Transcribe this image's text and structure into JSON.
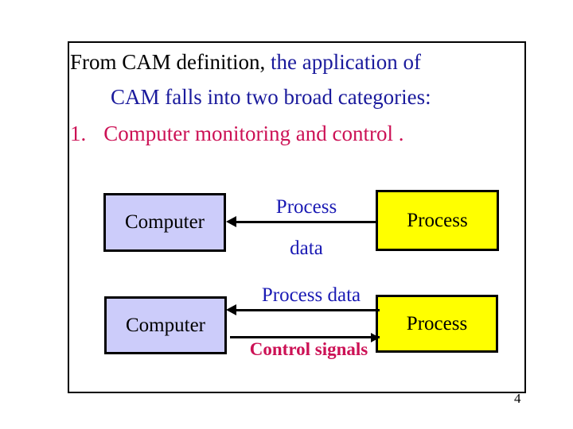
{
  "slide": {
    "page_number": "4",
    "body": {
      "line1_black": "From CAM definition,",
      "line1_blue": " the application of",
      "line2_blue": "CAM falls into two broad categories:",
      "list": [
        {
          "marker": "1.",
          "text": "Computer monitoring and control ."
        }
      ]
    },
    "diagram": {
      "rows": [
        {
          "left_box": "Computer",
          "right_box": "Process",
          "label_top": "Process",
          "label_bottom": "data"
        },
        {
          "left_box": "Computer",
          "right_box": "Process",
          "label_top": "Process data",
          "label_bottom": "Control signals"
        }
      ]
    },
    "colors": {
      "text_black": "#000000",
      "text_blue": "#1a1a9c",
      "text_crimson": "#cc1155",
      "box_computer_fill": "#ccccfa",
      "box_process_fill": "#ffff00",
      "border": "#000000"
    }
  }
}
